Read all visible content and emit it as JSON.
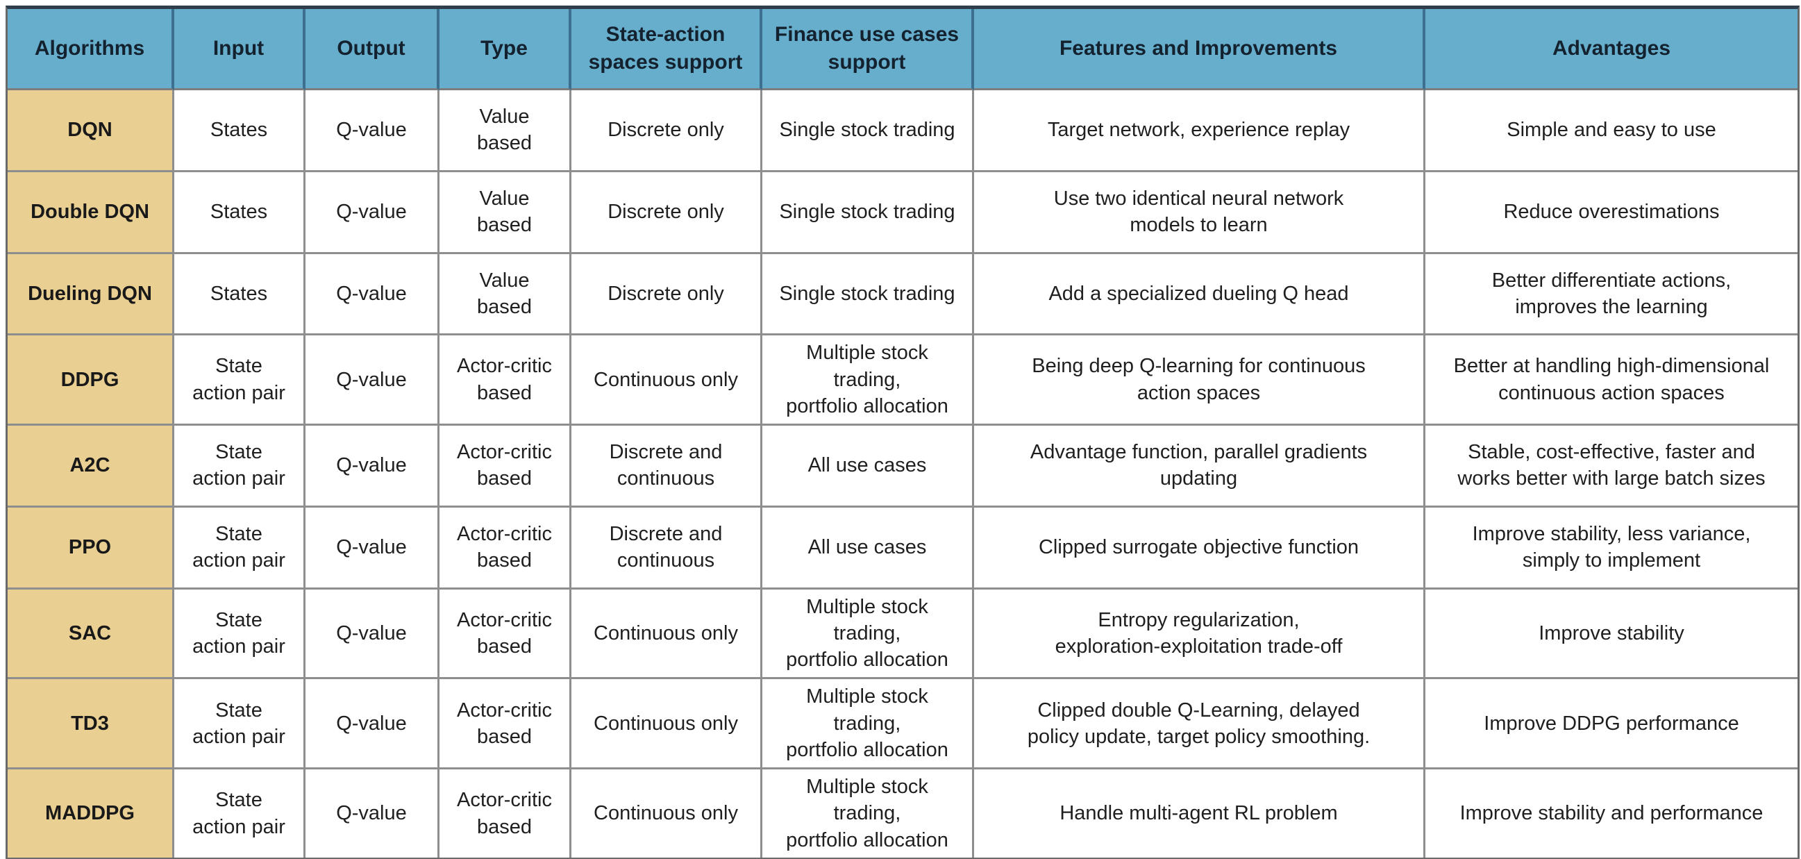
{
  "colors": {
    "header_bg": "#67aecd",
    "algorithm_col_bg": "#e9cf92",
    "grid_line": "#8e8e8e",
    "header_divider": "#3c6f90",
    "text": "#1f1f1f"
  },
  "table": {
    "columns": [
      "Algorithms",
      "Input",
      "Output",
      "Type",
      "State-action\nspaces support",
      "Finance use cases\nsupport",
      "Features and Improvements",
      "Advantages"
    ],
    "rows": [
      {
        "algorithm": "DQN",
        "input": "States",
        "output": "Q-value",
        "type": "Value\nbased",
        "spaces": "Discrete only",
        "finance": "Single stock trading",
        "features": "Target network, experience replay",
        "advantages": "Simple and easy to use"
      },
      {
        "algorithm": "Double DQN",
        "input": "States",
        "output": "Q-value",
        "type": "Value\nbased",
        "spaces": "Discrete only",
        "finance": "Single stock trading",
        "features": "Use two identical neural network\nmodels to learn",
        "advantages": "Reduce overestimations"
      },
      {
        "algorithm": "Dueling DQN",
        "input": "States",
        "output": "Q-value",
        "type": "Value\nbased",
        "spaces": "Discrete only",
        "finance": "Single stock trading",
        "features": "Add a specialized dueling Q head",
        "advantages": "Better differentiate actions,\nimproves the learning"
      },
      {
        "algorithm": "DDPG",
        "input": "State\naction pair",
        "output": "Q-value",
        "type": "Actor-critic\nbased",
        "spaces": "Continuous only",
        "finance": "Multiple stock trading,\nportfolio allocation",
        "features": "Being deep Q-learning for continuous\naction spaces",
        "advantages": "Better at handling high-dimensional\ncontinuous action spaces"
      },
      {
        "algorithm": "A2C",
        "input": "State\naction pair",
        "output": "Q-value",
        "type": "Actor-critic\nbased",
        "spaces": "Discrete and\ncontinuous",
        "finance": "All use cases",
        "features": "Advantage function, parallel gradients\nupdating",
        "advantages": "Stable, cost-effective, faster and\nworks better with large batch sizes"
      },
      {
        "algorithm": "PPO",
        "input": "State\naction pair",
        "output": "Q-value",
        "type": "Actor-critic\nbased",
        "spaces": "Discrete and\ncontinuous",
        "finance": "All use cases",
        "features": "Clipped surrogate objective function",
        "advantages": "Improve stability, less variance,\nsimply to implement"
      },
      {
        "algorithm": "SAC",
        "input": "State\naction pair",
        "output": "Q-value",
        "type": "Actor-critic\nbased",
        "spaces": "Continuous only",
        "finance": "Multiple stock trading,\nportfolio allocation",
        "features": "Entropy regularization,\nexploration-exploitation trade-off",
        "advantages": "Improve stability"
      },
      {
        "algorithm": "TD3",
        "input": "State\naction pair",
        "output": "Q-value",
        "type": "Actor-critic\nbased",
        "spaces": "Continuous only",
        "finance": "Multiple stock trading,\nportfolio allocation",
        "features": "Clipped double Q-Learning, delayed\npolicy update, target policy smoothing.",
        "advantages": "Improve DDPG performance"
      },
      {
        "algorithm": "MADDPG",
        "input": "State\naction pair",
        "output": "Q-value",
        "type": "Actor-critic\nbased",
        "spaces": "Continuous only",
        "finance": "Multiple stock trading,\nportfolio allocation",
        "features": "Handle multi-agent RL problem",
        "advantages": "Improve stability and performance"
      }
    ]
  }
}
